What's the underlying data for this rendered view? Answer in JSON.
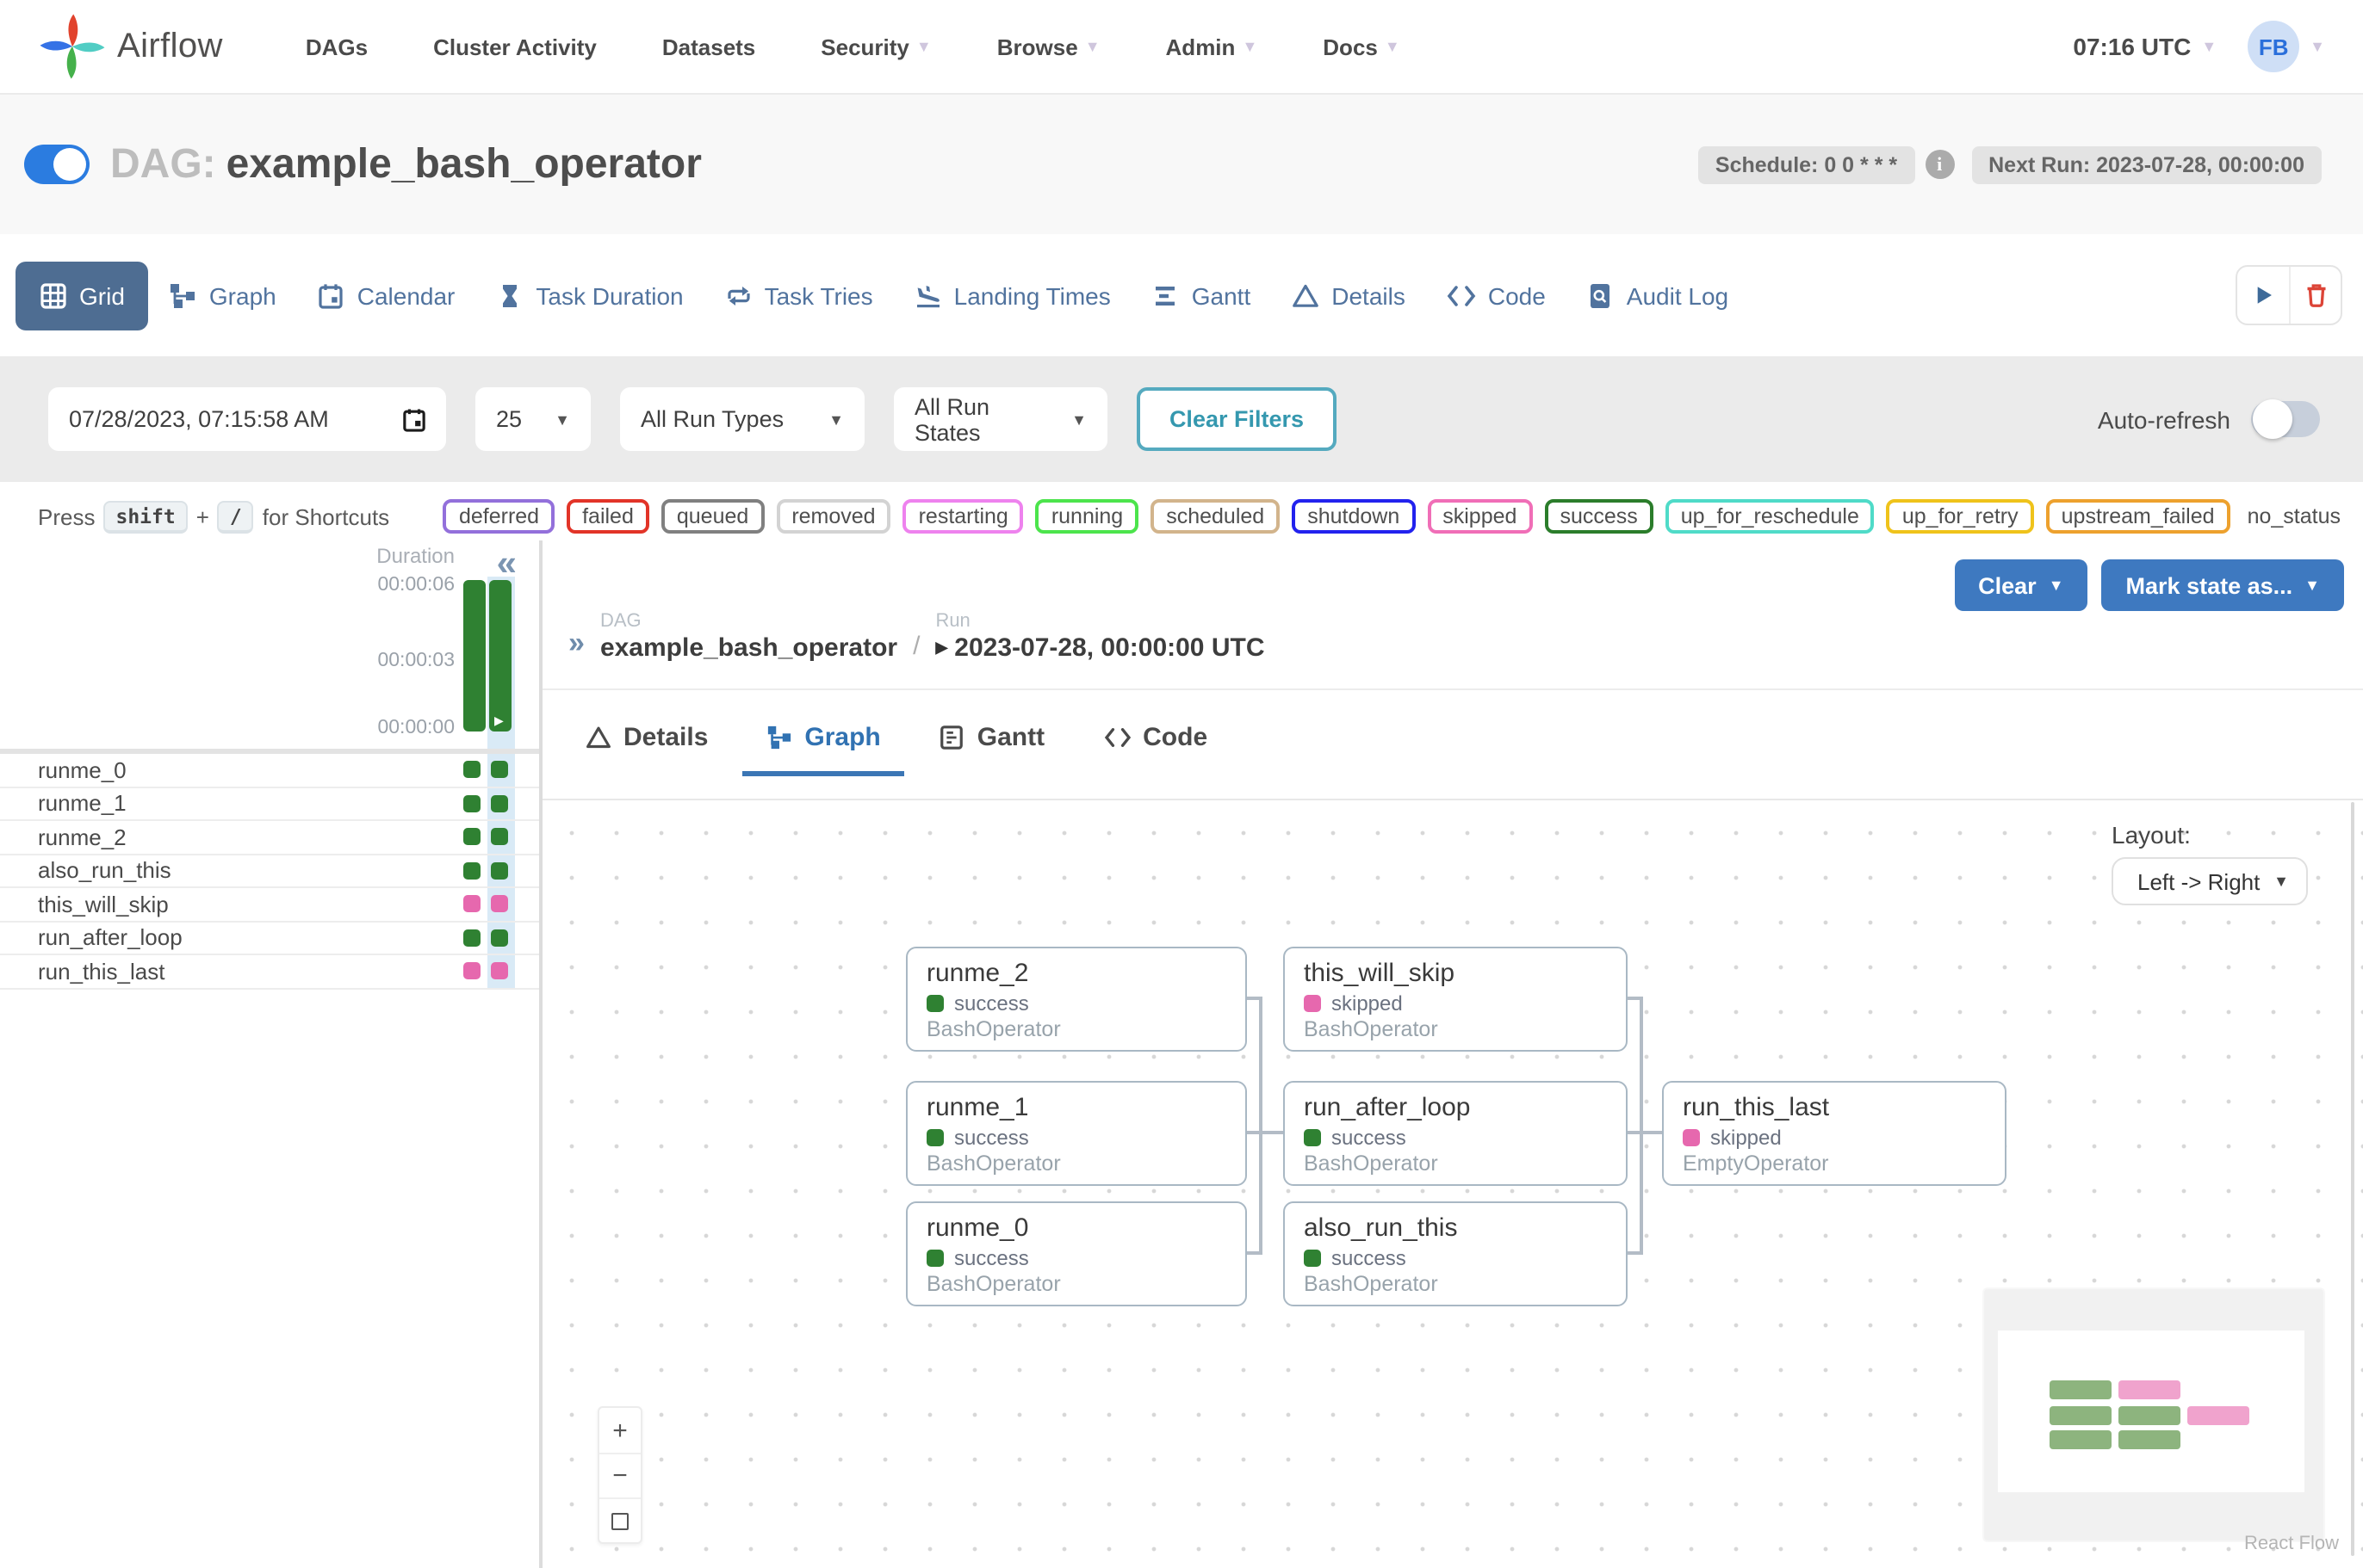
{
  "nav": {
    "brand": "Airflow",
    "items": [
      {
        "label": "DAGs",
        "dropdown": false
      },
      {
        "label": "Cluster Activity",
        "dropdown": false
      },
      {
        "label": "Datasets",
        "dropdown": false
      },
      {
        "label": "Security",
        "dropdown": true
      },
      {
        "label": "Browse",
        "dropdown": true
      },
      {
        "label": "Admin",
        "dropdown": true
      },
      {
        "label": "Docs",
        "dropdown": true
      }
    ],
    "clock": "07:16 UTC",
    "avatar_initials": "FB"
  },
  "dag_header": {
    "prefix": "DAG:",
    "name": "example_bash_operator",
    "paused_toggle": "on",
    "schedule_badge": "Schedule: 0 0 * * *",
    "info_icon": "i",
    "next_run_badge": "Next Run: 2023-07-28, 00:00:00"
  },
  "view_tabs": {
    "active": "Grid",
    "items": [
      {
        "label": "Grid"
      },
      {
        "label": "Graph"
      },
      {
        "label": "Calendar"
      },
      {
        "label": "Task Duration"
      },
      {
        "label": "Task Tries"
      },
      {
        "label": "Landing Times"
      },
      {
        "label": "Gantt"
      },
      {
        "label": "Details"
      },
      {
        "label": "Code"
      },
      {
        "label": "Audit Log"
      }
    ]
  },
  "filters": {
    "base_date": "07/28/2023, 07:15:58 AM",
    "page_size": "25",
    "run_types": "All Run Types",
    "run_states": "All Run States",
    "clear_label": "Clear Filters",
    "auto_refresh_label": "Auto-refresh",
    "auto_refresh_on": false
  },
  "shortcuts": {
    "press": "Press",
    "key1": "shift",
    "plus": "+",
    "key2": "/",
    "suffix": "for Shortcuts"
  },
  "state_legend": [
    {
      "label": "deferred",
      "color": "#9370db"
    },
    {
      "label": "failed",
      "color": "#e23428"
    },
    {
      "label": "queued",
      "color": "#808080"
    },
    {
      "label": "removed",
      "color": "#d3d3d3"
    },
    {
      "label": "restarting",
      "color": "#ee82ee"
    },
    {
      "label": "running",
      "color": "#4ce44c"
    },
    {
      "label": "scheduled",
      "color": "#d2b48c"
    },
    {
      "label": "shutdown",
      "color": "#2222ee"
    },
    {
      "label": "skipped",
      "color": "#f06eb7"
    },
    {
      "label": "success",
      "color": "#2b7d2b"
    },
    {
      "label": "up_for_reschedule",
      "color": "#4fdbc8"
    },
    {
      "label": "up_for_retry",
      "color": "#efc31b"
    },
    {
      "label": "upstream_failed",
      "color": "#eda12e"
    },
    {
      "label": "no_status",
      "color": "none"
    }
  ],
  "grid_panel": {
    "collapse_icon": "«",
    "duration_label": "Duration",
    "ticks": [
      "00:00:06",
      "00:00:03",
      "00:00:00"
    ],
    "runs": [
      {
        "duration_seconds": 6,
        "state": "success",
        "selected": false
      },
      {
        "duration_seconds": 6,
        "state": "success",
        "selected": true,
        "run_type": "manual"
      }
    ],
    "tasks": [
      {
        "name": "runme_0",
        "state": "success"
      },
      {
        "name": "runme_1",
        "state": "success"
      },
      {
        "name": "runme_2",
        "state": "success"
      },
      {
        "name": "also_run_this",
        "state": "success"
      },
      {
        "name": "this_will_skip",
        "state": "skipped"
      },
      {
        "name": "run_after_loop",
        "state": "success"
      },
      {
        "name": "run_this_last",
        "state": "skipped"
      }
    ]
  },
  "run_panel": {
    "breadcrumb": {
      "dag_label": "DAG",
      "dag_name": "example_bash_operator",
      "separator": "/",
      "run_label": "Run",
      "run_value": "2023-07-28, 00:00:00 UTC"
    },
    "clear_button": "Clear",
    "mark_button": "Mark state as...",
    "tabs": [
      {
        "label": "Details"
      },
      {
        "label": "Graph"
      },
      {
        "label": "Gantt"
      },
      {
        "label": "Code"
      }
    ],
    "active_tab": "Graph",
    "layout_label": "Layout:",
    "layout_value": "Left -> Right",
    "nodes": [
      {
        "name": "runme_2",
        "state": "success",
        "operator": "BashOperator"
      },
      {
        "name": "this_will_skip",
        "state": "skipped",
        "operator": "BashOperator"
      },
      {
        "name": "runme_1",
        "state": "success",
        "operator": "BashOperator"
      },
      {
        "name": "run_after_loop",
        "state": "success",
        "operator": "BashOperator"
      },
      {
        "name": "run_this_last",
        "state": "skipped",
        "operator": "EmptyOperator"
      },
      {
        "name": "runme_0",
        "state": "success",
        "operator": "BashOperator"
      },
      {
        "name": "also_run_this",
        "state": "success",
        "operator": "BashOperator"
      }
    ],
    "edges": [
      [
        "runme_2",
        "run_after_loop"
      ],
      [
        "runme_1",
        "run_after_loop"
      ],
      [
        "runme_0",
        "run_after_loop"
      ],
      [
        "this_will_skip",
        "run_this_last"
      ],
      [
        "run_after_loop",
        "run_this_last"
      ],
      [
        "also_run_this",
        "run_this_last"
      ]
    ],
    "attribution": "React Flow"
  },
  "colors": {
    "accent_navy": "#4e6d92",
    "link_blue": "#51739e",
    "action_blue": "#3e79c0",
    "success_green": "#2f8132",
    "skipped_pink": "#e668ae",
    "selected_run_bg": "#d9eaf6",
    "filter_bar_bg": "#ebebeb",
    "clear_filters_teal": "#3598af",
    "trash_red": "#dc4437"
  }
}
